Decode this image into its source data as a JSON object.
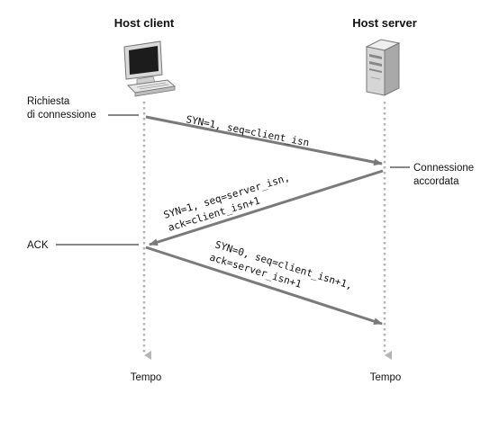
{
  "client": {
    "title": "Host client",
    "icon": "desktop-computer-icon",
    "request_label_line1": "Richiesta",
    "request_label_line2": "di connessione",
    "ack_label": "ACK",
    "time_label": "Tempo"
  },
  "server": {
    "title": "Host server",
    "icon": "server-tower-icon",
    "accept_label_line1": "Connessione",
    "accept_label_line2": "accordata",
    "time_label": "Tempo"
  },
  "messages": [
    {
      "direction": "client-to-server",
      "line1": "SYN=1, seq=client_isn",
      "line2": ""
    },
    {
      "direction": "server-to-client",
      "line1": "SYN=1, seq=server_isn,",
      "line2": "ack=client_isn+1"
    },
    {
      "direction": "client-to-server",
      "line1": "SYN=0, seq=client_isn+1,",
      "line2": "ack=server_isn+1"
    }
  ],
  "colors": {
    "arrow": "#7a7a7a",
    "timeline": "#b5b5b5",
    "text": "#111111"
  }
}
